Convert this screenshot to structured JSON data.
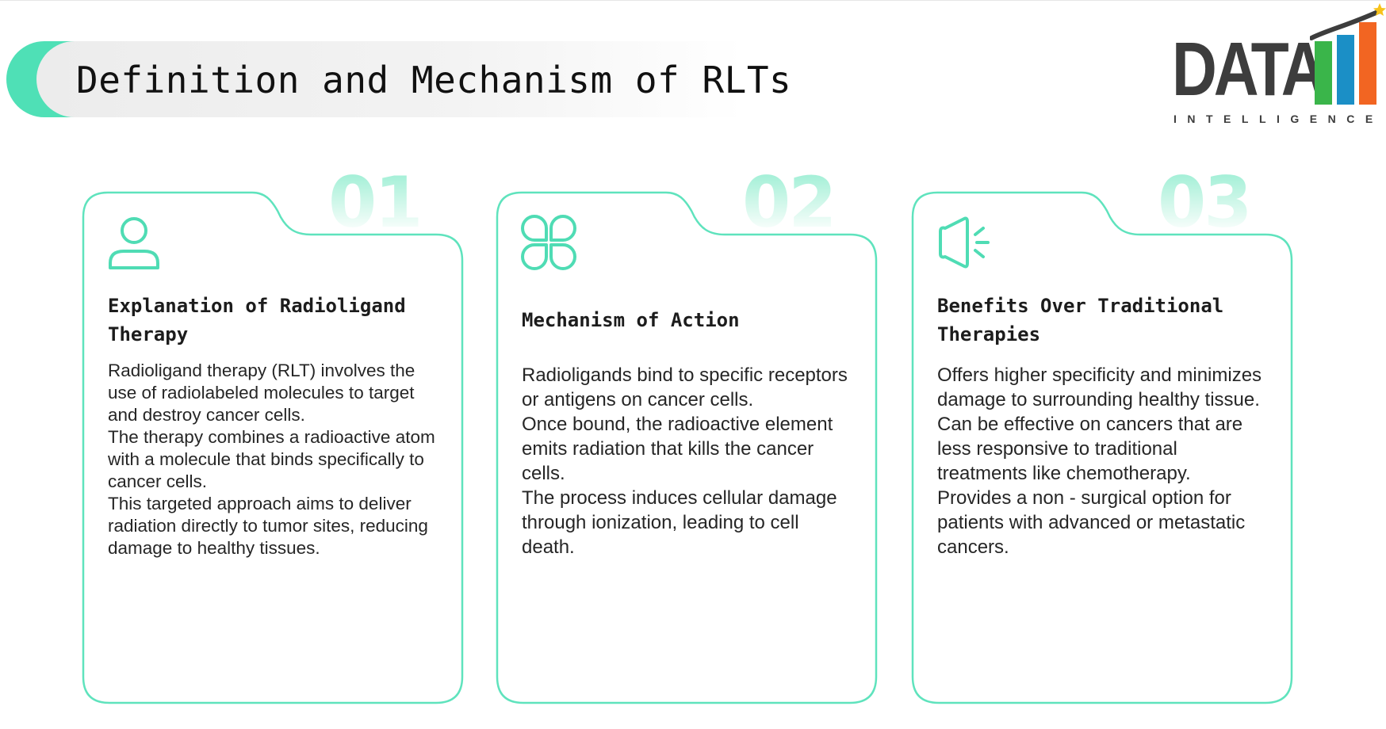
{
  "title": "Definition and Mechanism of RLTs",
  "logo": {
    "word": "DATA",
    "subtitle": "INTELLIGENCE",
    "colors": {
      "text": "#3d3d3d",
      "bar_green": "#3ab54a",
      "bar_blue": "#1b8fc6",
      "bar_orange": "#f26522",
      "star": "#f7c21b"
    }
  },
  "accent_color": "#4fe0b6",
  "cards": [
    {
      "number": "01",
      "icon": "user-icon",
      "title": "Explanation of Radioligand Therapy",
      "paragraphs": [
        "Radioligand therapy (RLT) involves the use of radiolabeled molecules to target and destroy cancer cells.",
        "The therapy combines a radioactive atom with a molecule that binds specifically to cancer cells.",
        "This targeted approach aims to deliver radiation directly to tumor sites, reducing damage to healthy tissues."
      ]
    },
    {
      "number": "02",
      "icon": "clover-icon",
      "title": "Mechanism of Action",
      "paragraphs": [
        "Radioligands bind to specific receptors or antigens on cancer cells.",
        "Once bound, the radioactive element emits radiation that kills the cancer cells.",
        "The process induces cellular damage through ionization, leading to cell death."
      ]
    },
    {
      "number": "03",
      "icon": "speaker-icon",
      "title": "Benefits Over Traditional Therapies",
      "paragraphs": [
        "Offers higher specificity and minimizes damage to surrounding healthy tissue.",
        "Can be effective on cancers that are less responsive to traditional treatments like chemotherapy.",
        "Provides a non  -  surgical option for patients with advanced or metastatic cancers."
      ]
    }
  ]
}
